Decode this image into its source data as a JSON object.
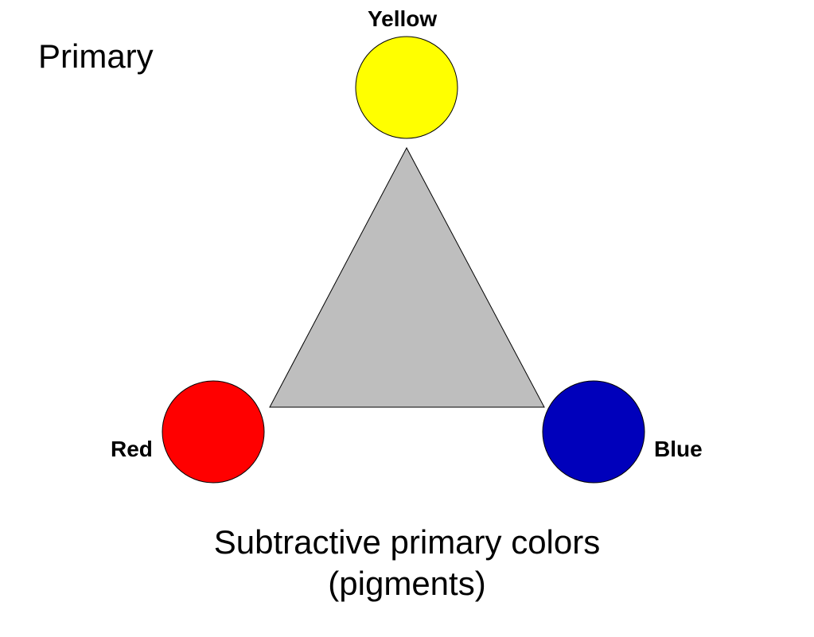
{
  "heading": "Primary",
  "colors": {
    "yellow": {
      "label": "Yellow",
      "fill": "#FFFF00"
    },
    "red": {
      "label": "Red",
      "fill": "#FF0000"
    },
    "blue": {
      "label": "Blue",
      "fill": "#0000BB"
    },
    "mix": {
      "fill": "#BEBEBE"
    }
  },
  "caption": {
    "line1": "Subtractive primary colors",
    "line2": "(pigments)"
  }
}
